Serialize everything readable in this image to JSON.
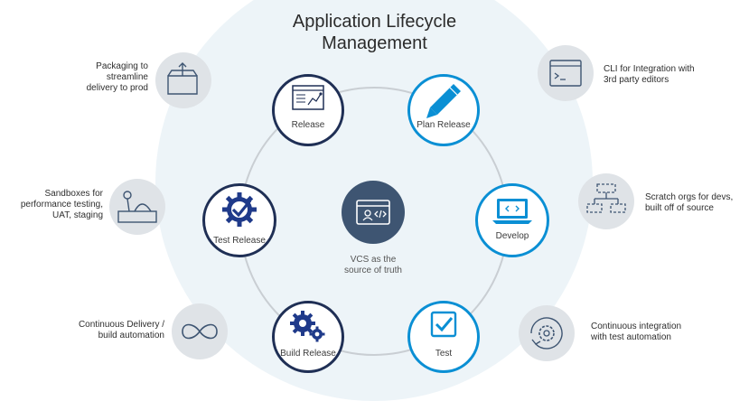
{
  "title": "Application Lifecycle\nManagement",
  "center_text": "VCS as the\nsource of truth",
  "stages": [
    {
      "label": "Release",
      "icon": "release-board-icon"
    },
    {
      "label": "Plan Release",
      "icon": "pencil-icon"
    },
    {
      "label": "Develop",
      "icon": "laptop-code-icon"
    },
    {
      "label": "Test",
      "icon": "checkbox-icon"
    },
    {
      "label": "Build Release",
      "icon": "gears-icon"
    },
    {
      "label": "Test Release",
      "icon": "gear-check-icon"
    }
  ],
  "side_items": [
    {
      "text": "Packaging to\nstreamline\ndelivery to prod",
      "icon": "package-box-icon"
    },
    {
      "text": "Sandboxes for\nperformance testing,\nUAT, staging",
      "icon": "sandbox-icon"
    },
    {
      "text": "Continuous Delivery /\nbuild automation",
      "icon": "infinity-icon"
    },
    {
      "text": "CLI for Integration with\n3rd party editors",
      "icon": "terminal-window-icon"
    },
    {
      "text": "Scratch orgs for devs,\nbuilt off of source",
      "icon": "org-chart-icon"
    },
    {
      "text": "Continuous integration\nwith test automation",
      "icon": "cycle-gear-icon"
    }
  ],
  "colors": {
    "navy": "#1f2f55",
    "accent": "#0a8fd4",
    "halo": "#edf4f8",
    "side_circle": "#dfe3e7",
    "center": "#3e5572"
  }
}
